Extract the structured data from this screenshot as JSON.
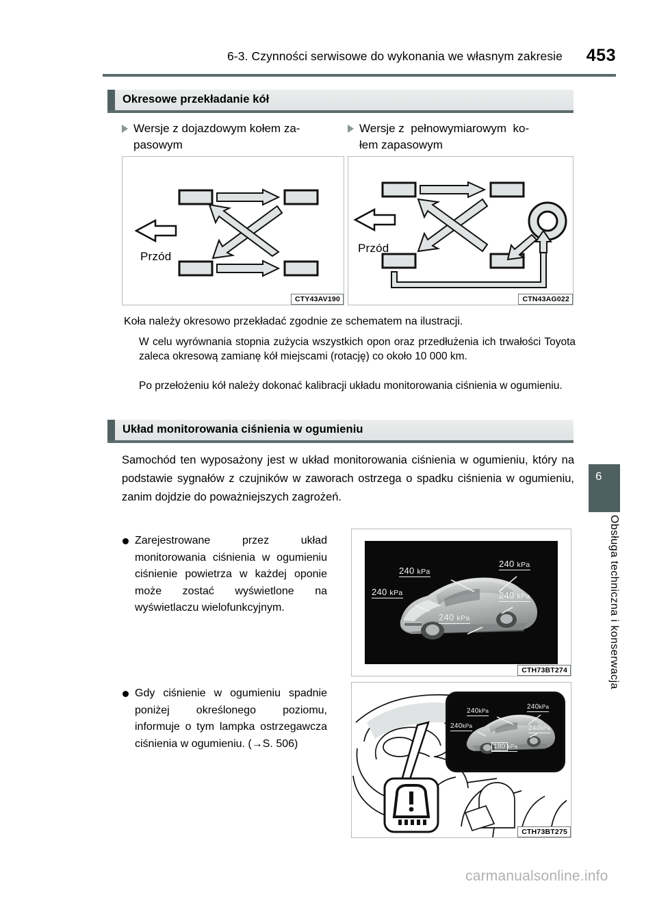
{
  "header": {
    "breadcrumb": "6-3. Czynności serwisowe do wykonania we własnym zakresie",
    "page_number": "453"
  },
  "sections": [
    {
      "id": "wheel-rotation",
      "title": "Okresowe przekładanie kół",
      "subheads": [
        "Wersje z dojazdowym kołem za-\npasowym",
        "Wersje z pełnowymiarowym ko-\nłem zapasowym"
      ],
      "diagrams": [
        {
          "code": "CTY43AV190",
          "front_label": "Przód"
        },
        {
          "code": "CTN43AG022",
          "front_label": "Przód"
        }
      ],
      "lead": "Koła należy okresowo przekładać zgodnie ze schematem na ilustracji.",
      "paragraphs": [
        "W celu wyrównania stopnia zużycia wszystkich opon oraz przedłużenia ich trwałości Toyota zaleca okresową zamianę kół miejscami (rotację) co około 10 000 km.",
        "Po przełożeniu kół należy dokonać kalibracji układu monitorowania ciśnienia w ogumieniu."
      ]
    },
    {
      "id": "tpms",
      "title": "Układ monitorowania ciśnienia w ogumieniu",
      "intro": "Samochód ten wyposażony jest w układ monitorowania ciśnienia w ogumieniu, który na podstawie sygnałów z czujników w zaworach ostrzega o spadku ciśnienia w ogumieniu, zanim dojdzie do poważniejszych zagrożeń.",
      "bullets": [
        {
          "text": "Zarejestrowane przez układ monitorowania ciśnienia w ogumieniu ciśnienie powietrza w każdej oponie może zostać wyświetlone na wyświetlaczu wielofunkcyjnym.",
          "figure": {
            "code": "CTH73BT274",
            "readings": [
              {
                "value": "240",
                "unit": "kPa",
                "position": "front-left-upper"
              },
              {
                "value": "240",
                "unit": "kPa",
                "position": "rear-right-upper"
              },
              {
                "value": "240",
                "unit": "kPa",
                "position": "front-left"
              },
              {
                "value": "240",
                "unit": "kPa",
                "position": "rear-right"
              },
              {
                "value": "240",
                "unit": "kPa",
                "position": "bottom-center"
              }
            ]
          }
        },
        {
          "text": "Gdy ciśnienie w ogumieniu spadnie poniżej określonego poziomu, informuje o tym lampka ostrzegawcza ciśnienia w ogumieniu. (→S. 506)",
          "figure": {
            "code": "CTH73BT275",
            "readings": [
              {
                "value": "240",
                "unit": "kPa",
                "position": "front-left-upper"
              },
              {
                "value": "240",
                "unit": "kPa",
                "position": "rear-right-upper"
              },
              {
                "value": "240",
                "unit": "kPa",
                "position": "front-left"
              },
              {
                "value": "240",
                "unit": "kPa",
                "position": "rear-right"
              },
              {
                "value": "180",
                "unit": "kPa",
                "position": "bottom-center"
              }
            ],
            "warning_icon": "tire-pressure-warning-icon"
          }
        }
      ]
    }
  ],
  "chapter_tab": {
    "number": "6",
    "label": "Obsługa techniczna i konserwacja"
  },
  "watermark": "carmanualsonline.info",
  "colors": {
    "rule": "#5c6b6b",
    "tab": "#4f6060",
    "bar_fill": "#e6e9e9",
    "tire_fill": "#dfe3e3",
    "watermark": "#b0b0b0"
  }
}
